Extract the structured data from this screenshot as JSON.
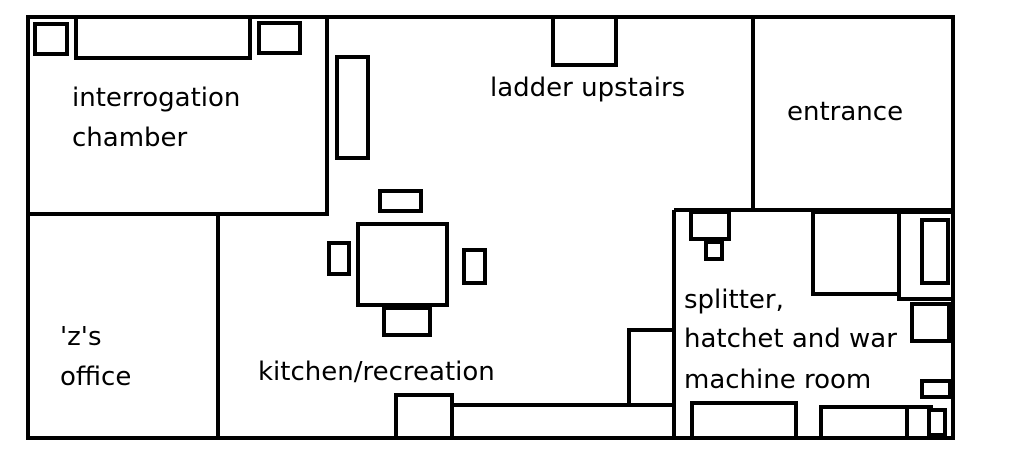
{
  "rooms": {
    "interrogation": [
      "interrogation",
      "chamber"
    ],
    "ladder": "ladder upstairs",
    "entrance": "entrance",
    "office": [
      "'z's",
      "office"
    ],
    "kitchen": "kitchen/recreation",
    "machine": [
      "splitter,",
      "hatchet and war",
      "machine room"
    ]
  },
  "colors": {
    "line": "#000000",
    "background": "#ffffff"
  }
}
